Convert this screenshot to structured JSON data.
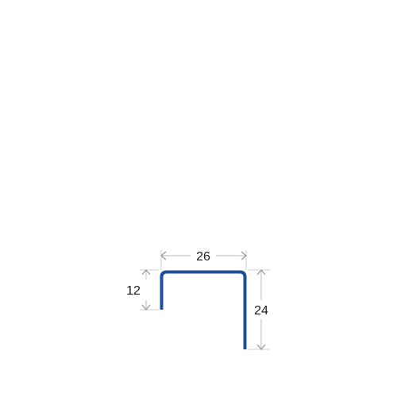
{
  "dimensions": {
    "width_label": "26",
    "left_height_label": "12",
    "right_height_label": "24"
  },
  "colors": {
    "profile": "#1f4f9c",
    "dimension_line": "#b8b8b8",
    "dimension_text": "#1a1a1a",
    "background": "#ffffff"
  }
}
